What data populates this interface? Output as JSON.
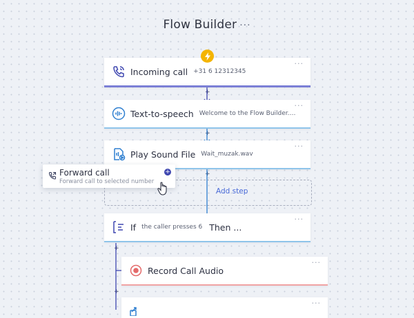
{
  "header": {
    "title": "Flow Builder",
    "more": "···"
  },
  "steps": {
    "incoming": {
      "label": "Incoming  call",
      "tag": "+31 6 12312345"
    },
    "tts": {
      "label": "Text-to-speech",
      "tag": "Welcome to the Flow Builder. To..."
    },
    "play": {
      "label": "Play Sound File",
      "tag": "Wait_muzak.wav"
    },
    "if": {
      "label": "If",
      "tag": "the caller presses 6",
      "then": "Then ..."
    },
    "record": {
      "label": "Record Call Audio"
    }
  },
  "drag_card": {
    "title": "Forward call",
    "subtitle": "Forward call to selected number"
  },
  "dropzone": {
    "add_label": "Add step"
  },
  "card_menu": "···",
  "connector_plus": "+",
  "colors": {
    "accent_purple": "#7b7fd6",
    "accent_blue": "#2f7fd0",
    "trigger": "#f4b400",
    "record_red": "#e46a6a"
  }
}
